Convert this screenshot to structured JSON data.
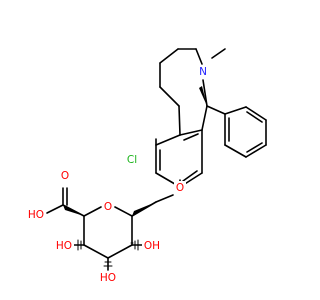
{
  "structure": {
    "type": "chemical-structure",
    "labels": {
      "cl": "Cl",
      "n_methyl": "N",
      "o_ether": "O",
      "o_ring": "O",
      "acid_o": "O",
      "acid_oh": "HO",
      "oh_c3": "HO",
      "oh_c4": "HO",
      "oh_c2": "OH"
    },
    "colors": {
      "bond": "#000000",
      "chlorine": "#1ab31a",
      "oxygen": "#ff0000",
      "nitrogen": "#2222ff"
    },
    "stereo": [
      "wedge-bonds",
      "hash-bonds"
    ]
  }
}
